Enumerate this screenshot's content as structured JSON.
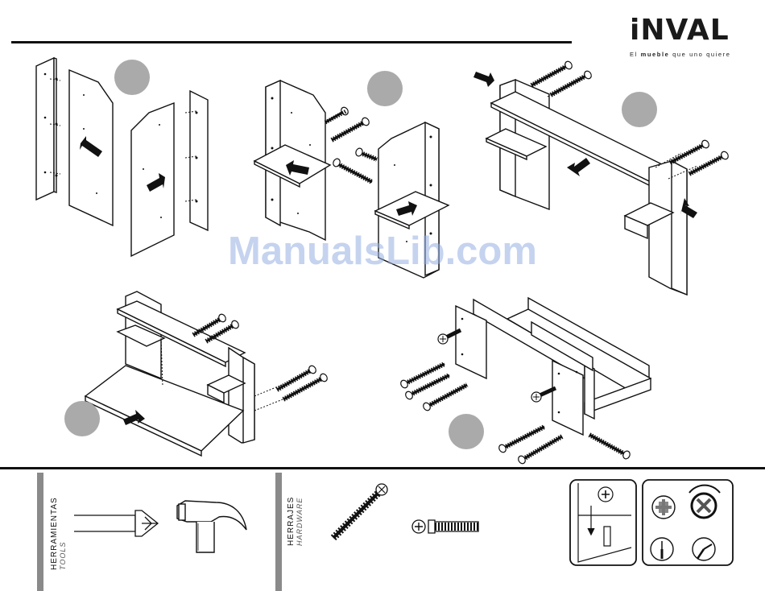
{
  "brand": {
    "name": "iNVAL",
    "tagline_prefix": "El ",
    "tagline_bold": "mueble",
    "tagline_suffix": " que uno quiere"
  },
  "watermark": "ManualsLib.com",
  "footer": {
    "tools_label": "HERRAMIENTAS",
    "tools_sublabel": "TOOLS",
    "hardware_label": "HERRAJES",
    "hardware_sublabel": "HARDWARE"
  },
  "colors": {
    "step_circle": "#aaaaaa",
    "sidebar_bar": "#8a8a8a",
    "line": "#111111"
  }
}
